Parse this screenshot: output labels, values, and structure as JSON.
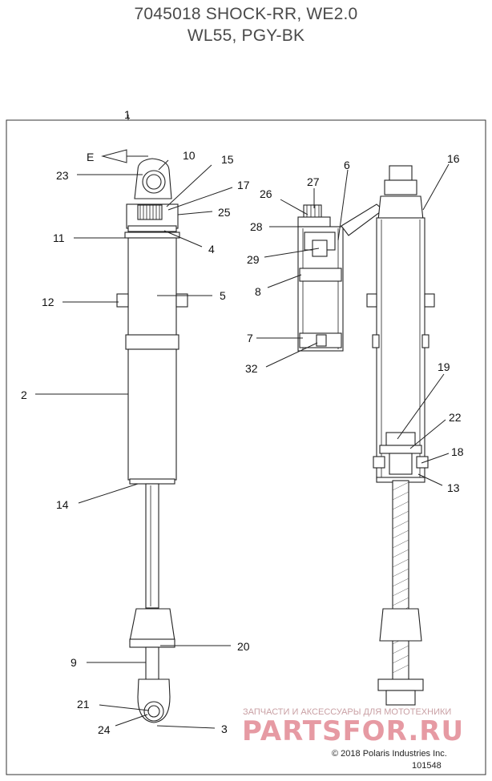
{
  "title": {
    "line1": "7045018 SHOCK-RR, WE2.0",
    "line2": "WL55, PGY-BK"
  },
  "direction_label": "E",
  "callouts": [
    "1",
    "10",
    "15",
    "23",
    "17",
    "25",
    "11",
    "4",
    "12",
    "5",
    "2",
    "14",
    "9",
    "20",
    "21",
    "24",
    "3",
    "26",
    "27",
    "6",
    "16",
    "28",
    "29",
    "8",
    "7",
    "32",
    "19",
    "22",
    "18",
    "13"
  ],
  "watermark": {
    "line1": "ЗАПЧАСТИ И АКСЕССУАРЫ ДЛЯ МОТОТЕХНИКИ",
    "line2": "PARTSFOR.RU"
  },
  "copyright": "© 2018 Polaris Industries Inc.",
  "drawing_number": "101548"
}
